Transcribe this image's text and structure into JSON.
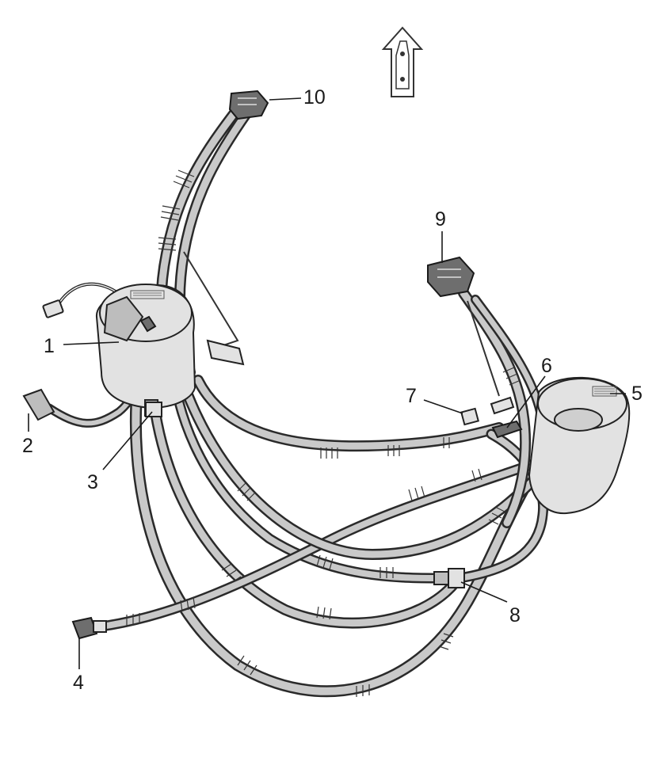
{
  "callouts": {
    "c1": "1",
    "c2": "2",
    "c3": "3",
    "c4": "4",
    "c5": "5",
    "c6": "6",
    "c7": "7",
    "c8": "8",
    "c9": "9",
    "c10": "10"
  },
  "colors": {
    "line": "#1a1a1a",
    "hose_fill": "#c9c9c9",
    "background": "#ffffff"
  },
  "icons": {
    "orientation": "vehicle-forward-arrow-icon"
  }
}
